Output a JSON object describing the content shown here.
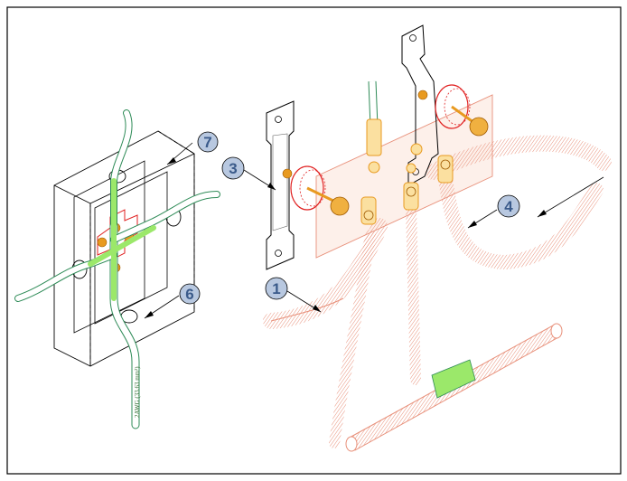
{
  "callouts": {
    "c1": "1",
    "c3": "3",
    "c4": "4",
    "c6": "6",
    "c7": "7"
  },
  "wire_label": "2AWG (33.63 mm²)",
  "colors": {
    "frame": "#000000",
    "green_wire": "#2e8b57",
    "light_green": "#9be86a",
    "copper": "#e8907a",
    "red_part": "#e02020",
    "orange_bolt": "#e89a20",
    "callout_fill": "#b8c8e0",
    "callout_text": "#3a5a8a"
  }
}
